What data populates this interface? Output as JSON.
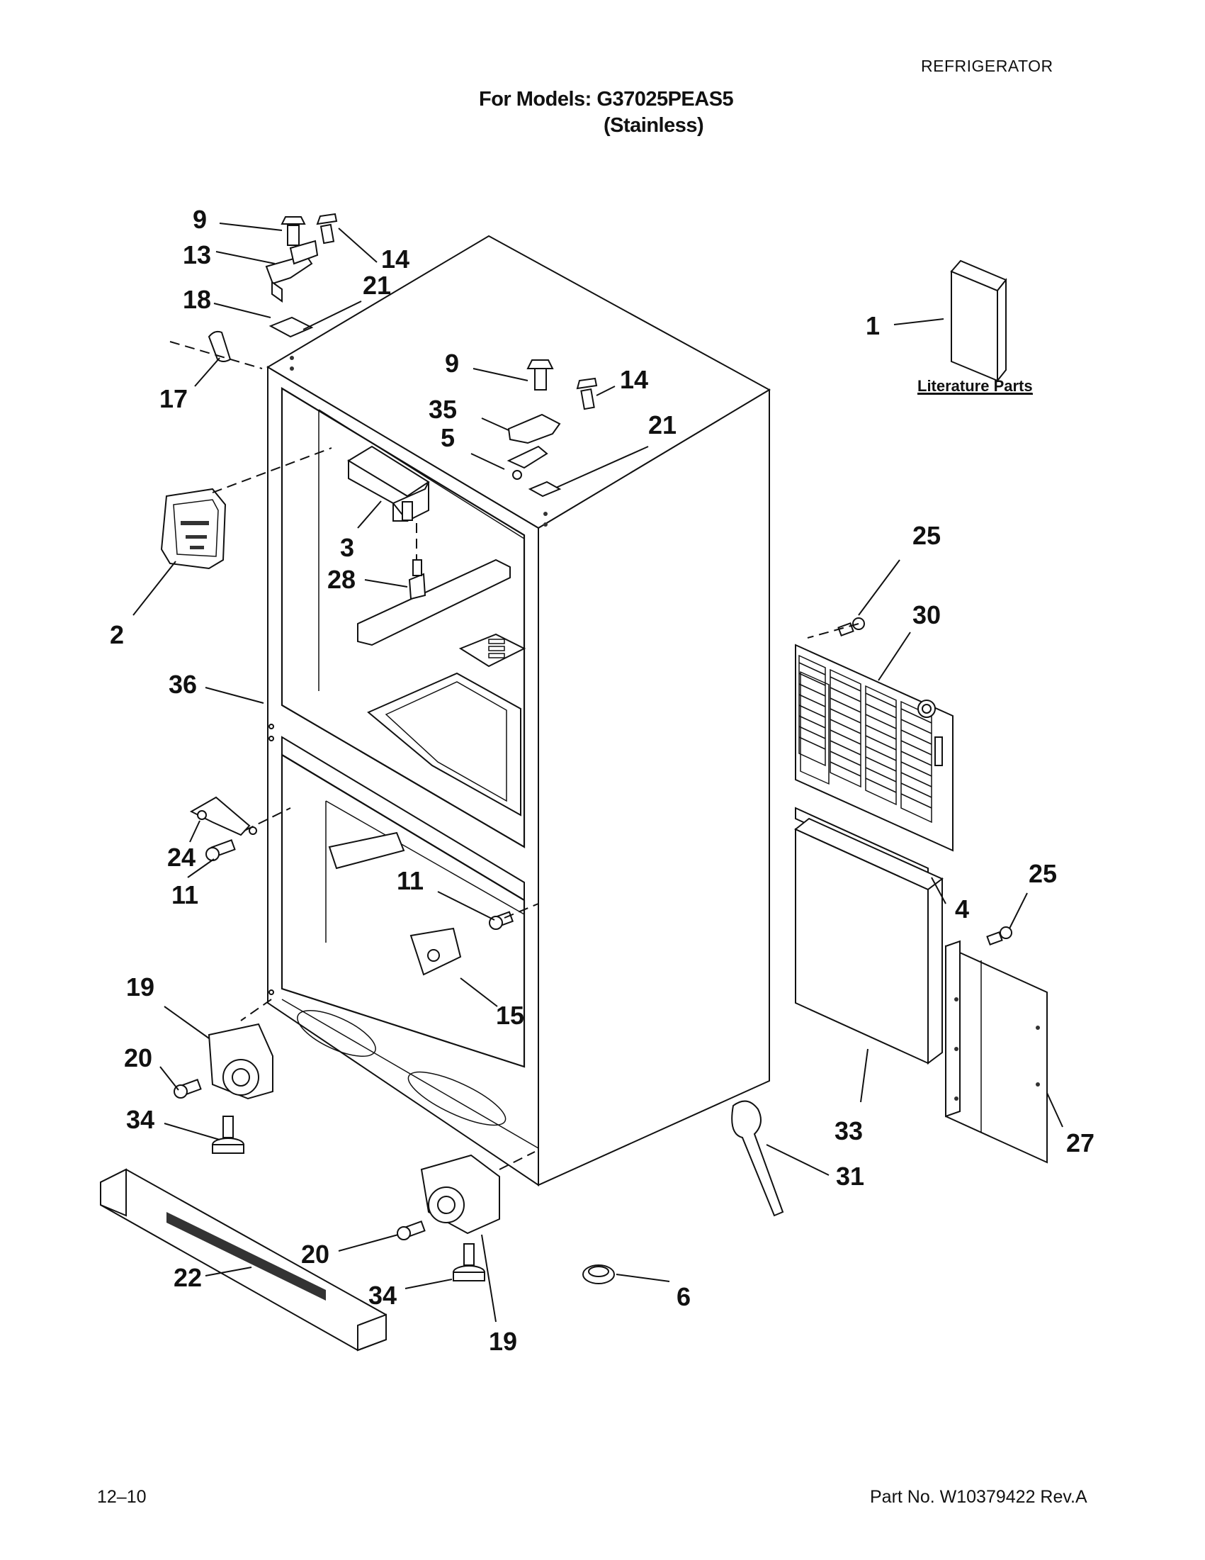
{
  "header": {
    "category": "REFRIGERATOR",
    "models_line": "For Models: G37025PEAS5",
    "finish_line": "(Stainless)"
  },
  "literature_label": "Literature Parts",
  "callouts": [
    {
      "id": "c9a",
      "label": "9"
    },
    {
      "id": "c13",
      "label": "13"
    },
    {
      "id": "c14a",
      "label": "14"
    },
    {
      "id": "c18",
      "label": "18"
    },
    {
      "id": "c21a",
      "label": "21"
    },
    {
      "id": "c17",
      "label": "17"
    },
    {
      "id": "c1",
      "label": "1"
    },
    {
      "id": "c9b",
      "label": "9"
    },
    {
      "id": "c14b",
      "label": "14"
    },
    {
      "id": "c35",
      "label": "35"
    },
    {
      "id": "c21b",
      "label": "21"
    },
    {
      "id": "c5",
      "label": "5"
    },
    {
      "id": "c3",
      "label": "3"
    },
    {
      "id": "c28",
      "label": "28"
    },
    {
      "id": "c2",
      "label": "2"
    },
    {
      "id": "c25a",
      "label": "25"
    },
    {
      "id": "c30",
      "label": "30"
    },
    {
      "id": "c36",
      "label": "36"
    },
    {
      "id": "c24",
      "label": "24"
    },
    {
      "id": "c11a",
      "label": "11"
    },
    {
      "id": "c11b",
      "label": "11"
    },
    {
      "id": "c4",
      "label": "4"
    },
    {
      "id": "c25b",
      "label": "25"
    },
    {
      "id": "c15",
      "label": "15"
    },
    {
      "id": "c19a",
      "label": "19"
    },
    {
      "id": "c20a",
      "label": "20"
    },
    {
      "id": "c34a",
      "label": "34"
    },
    {
      "id": "c33",
      "label": "33"
    },
    {
      "id": "c27",
      "label": "27"
    },
    {
      "id": "c31",
      "label": "31"
    },
    {
      "id": "c20b",
      "label": "20"
    },
    {
      "id": "c22",
      "label": "22"
    },
    {
      "id": "c34b",
      "label": "34"
    },
    {
      "id": "c6",
      "label": "6"
    },
    {
      "id": "c19b",
      "label": "19"
    }
  ],
  "footer": {
    "date_code": "12–10",
    "part_number": "Part No. W10379422 Rev.A"
  }
}
